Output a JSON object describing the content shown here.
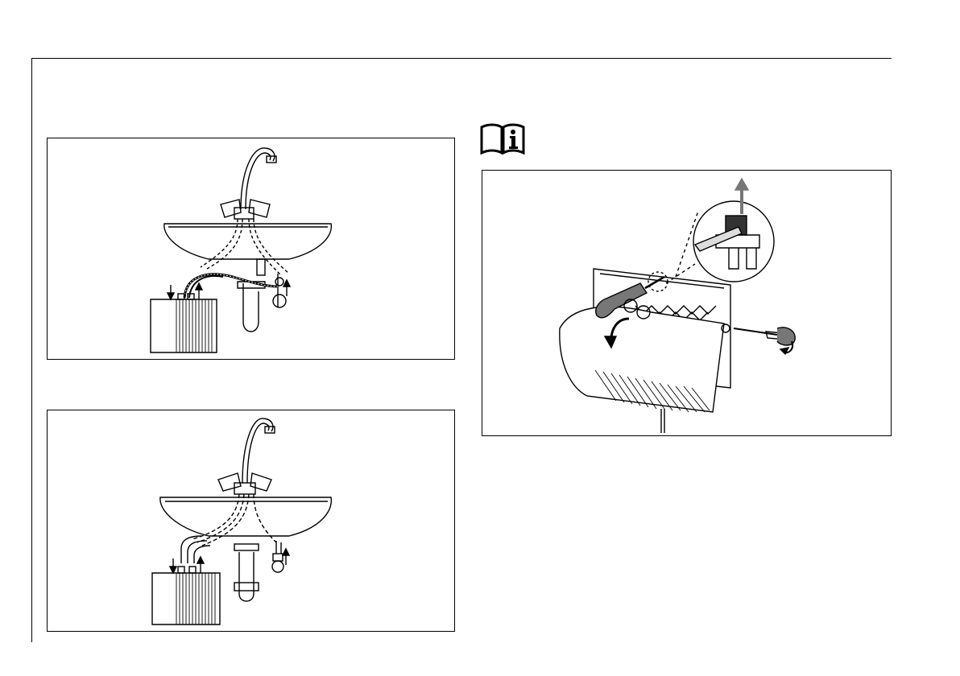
{
  "page": {
    "figures": [
      {
        "id": "sink-installation-variant-1"
      },
      {
        "id": "sink-installation-variant-2"
      },
      {
        "id": "cover-removal"
      }
    ],
    "icons": [
      "manual-info-icon",
      "arrow-up-icon",
      "arrow-down-icon",
      "curved-arrow-icon"
    ]
  }
}
